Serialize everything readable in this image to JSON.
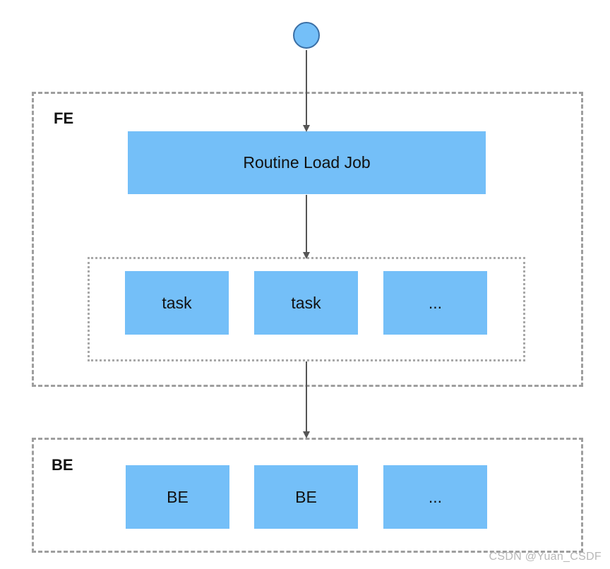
{
  "groups": {
    "fe_label": "FE",
    "be_label": "BE"
  },
  "job": {
    "label": "Routine Load Job"
  },
  "tasks": [
    "task",
    "task",
    "..."
  ],
  "backends": [
    "BE",
    "BE",
    "..."
  ],
  "watermark": "CSDN @Yuan_CSDF",
  "colors": {
    "node_fill": "#74bff8",
    "arrow": "#555555",
    "dashed_border": "#9e9e9e"
  }
}
